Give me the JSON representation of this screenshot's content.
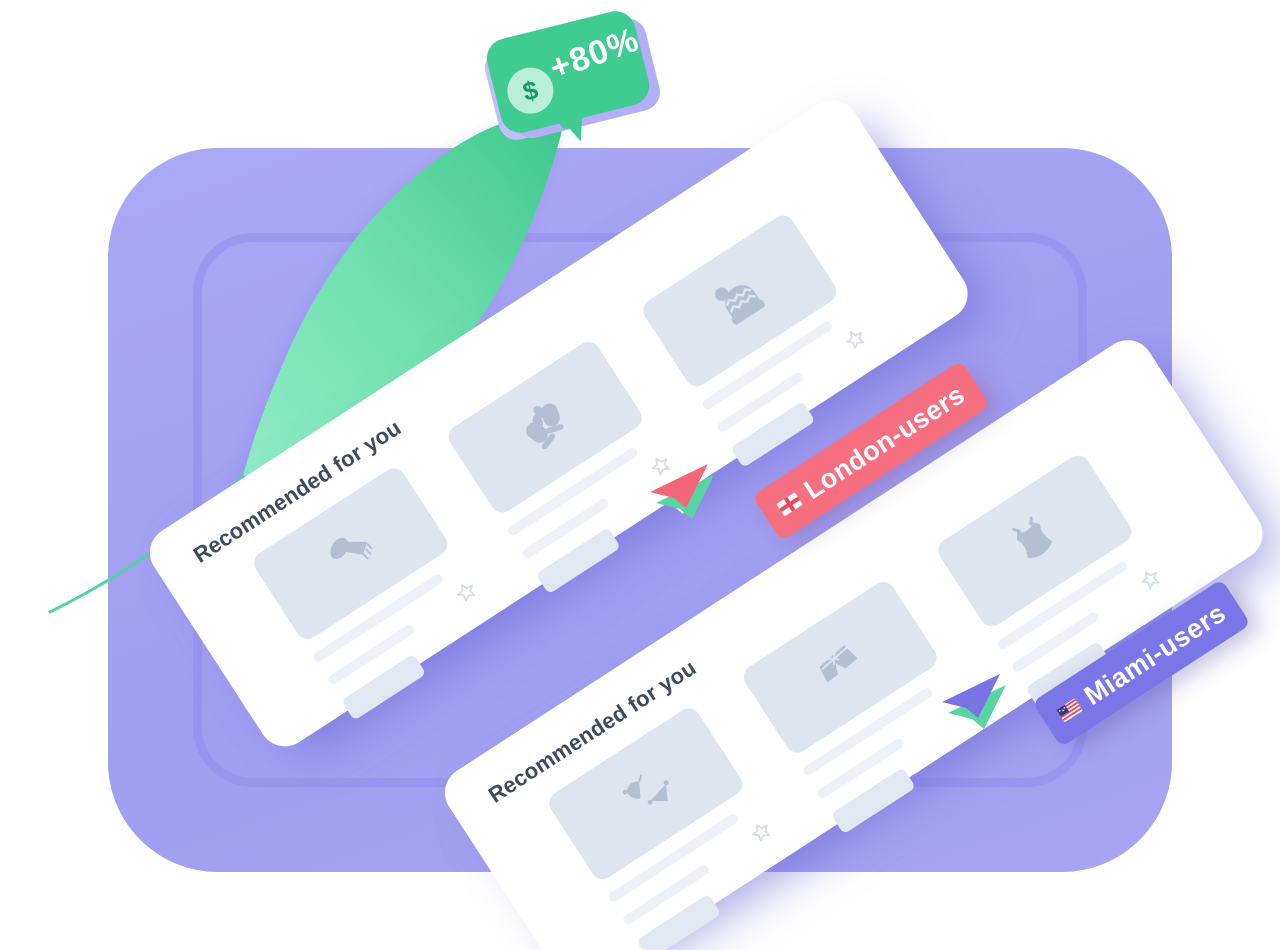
{
  "illustration": {
    "description": "Personalized recommendations by user segment",
    "background_color": "#a4a0f1",
    "card_background": "#ffffff",
    "accent_green": "#3fcb92"
  },
  "growth_badge": {
    "symbol": "$",
    "value": "+80%",
    "color": "#3fcb92"
  },
  "cards": [
    {
      "title": "Recommended for you",
      "segment": "London-users",
      "products": [
        {
          "icon": "scarf-icon"
        },
        {
          "icon": "mittens-icon"
        },
        {
          "icon": "beanie-icon"
        }
      ]
    },
    {
      "title": "Recommended for you",
      "segment": "Miami-users",
      "products": [
        {
          "icon": "bikini-icon"
        },
        {
          "icon": "swim-shorts-icon"
        },
        {
          "icon": "tank-top-icon"
        }
      ]
    }
  ],
  "segment_badges": [
    {
      "label": "London-users",
      "flag": "england-flag-icon",
      "color": "#f56f80"
    },
    {
      "label": "Miami-users",
      "flag": "usa-flag-icon",
      "color": "#7b76e7"
    }
  ]
}
